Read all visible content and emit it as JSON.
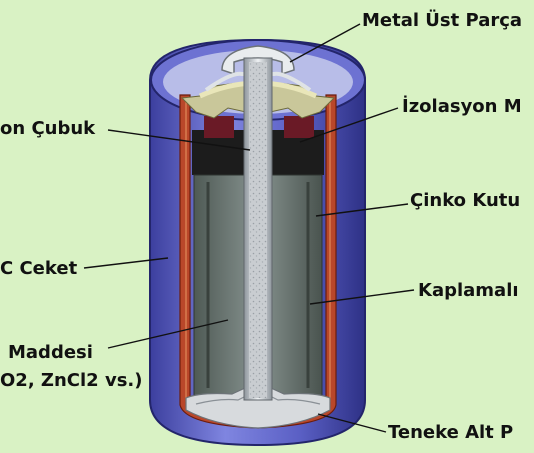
{
  "labels": {
    "metal_cap": "Metal Üst Parça",
    "insulation": "İzolasyon M",
    "carbon_rod": "on Çubuk",
    "zinc_can": "Çinko Kutu",
    "pvc_jacket": "C Ceket",
    "coating": "Kaplamalı",
    "depolarizer_1": "Maddesi",
    "depolarizer_2": "O2, ZnCl2 vs.)",
    "tin_bottom": "Teneke Alt P"
  },
  "colors": {
    "background": "#d9f2c4",
    "jacket": "#5a5fc4",
    "zinc": "#b9472a",
    "core": "#6e7a72",
    "rod": "#c8cdd2"
  }
}
